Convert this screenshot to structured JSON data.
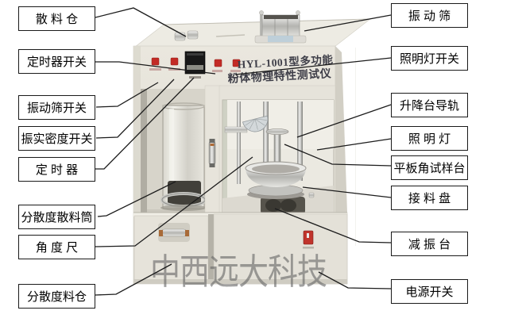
{
  "diagram": {
    "watermark": "中西远大科技",
    "device": {
      "model_line1": "HYL-1001型多功能",
      "model_line2": "粉体物理特性测试仪"
    },
    "labels": {
      "left": [
        "散 料 仓",
        "定时器开关",
        "振动筛开关",
        "振实密度开关",
        "定 时 器",
        "分散度散料筒",
        "角 度 尺",
        "分散度料仓"
      ],
      "right": [
        "振 动 筛",
        "照明灯开关",
        "升降台导轨",
        "照 明 灯",
        "平板角试样台",
        "接 料 盘",
        "减 振 台",
        "电源开关"
      ]
    },
    "colors": {
      "callout_line": "#1c1c1c",
      "box_border": "#1a1a1a",
      "box_bg": "#ffffff",
      "machine_body": "#e5e2d9",
      "indicator_button_red": "#c32b26",
      "power_switch_red": "#c0342c",
      "watermark_gray": "#686868"
    }
  }
}
